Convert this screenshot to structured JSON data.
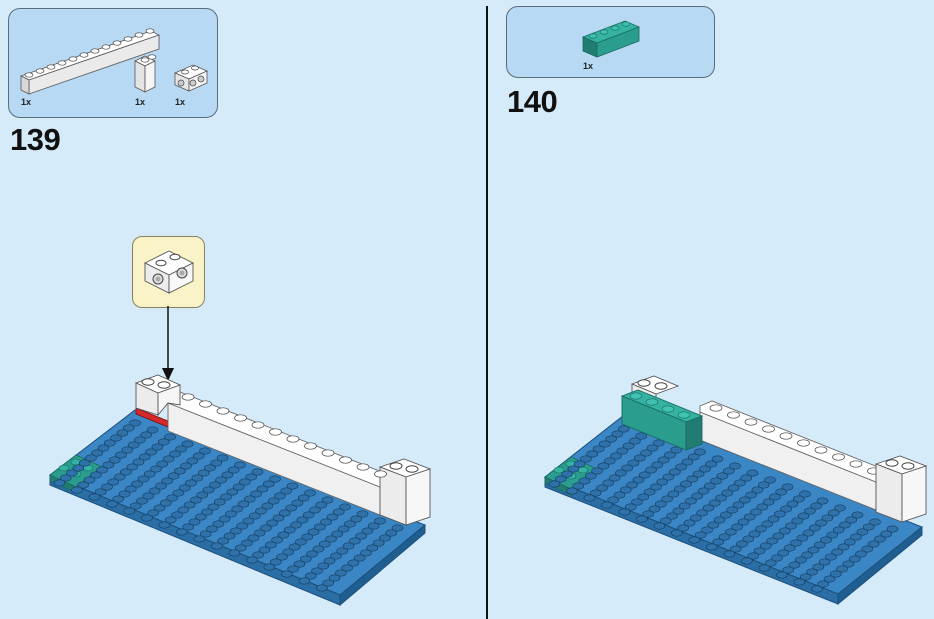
{
  "steps": [
    {
      "number": "139",
      "parts": [
        {
          "name": "white-brick-1x12",
          "qty": "1x"
        },
        {
          "name": "white-brick-1x1-tall",
          "qty": "1x"
        },
        {
          "name": "white-brick-1x2-side-studs",
          "qty": "1x"
        }
      ]
    },
    {
      "number": "140",
      "parts": [
        {
          "name": "teal-brick-1x4",
          "qty": "1x"
        }
      ]
    }
  ],
  "colors": {
    "background": "#d6ebfa",
    "parts_box": "#b7d9f3",
    "callout": "#fbf3c8",
    "baseplate_blue": "#2f72ab",
    "teal": "#2a9d8f",
    "white_brick": "#f4f4f4",
    "red_accent": "#d62828"
  }
}
